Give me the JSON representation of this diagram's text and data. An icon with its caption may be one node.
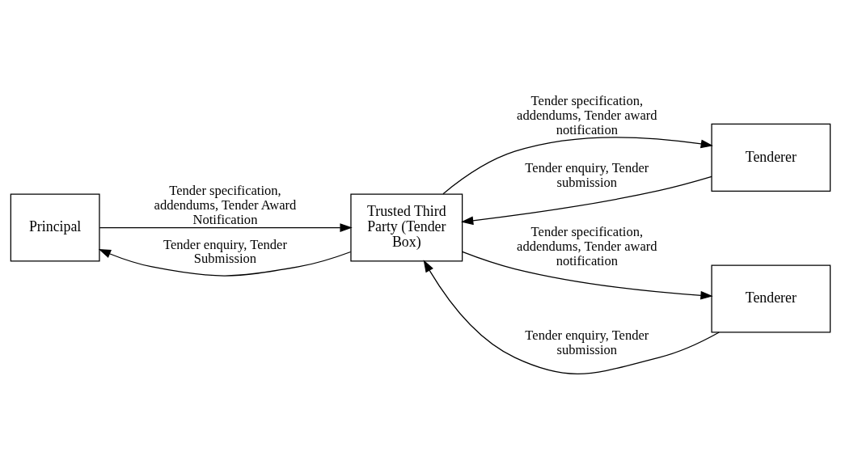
{
  "diagram": {
    "nodes": [
      {
        "text": [
          "Principal"
        ]
      },
      {
        "text": [
          "Trusted Third Party (Tender Box)"
        ]
      },
      {
        "text": [
          "Tenderer"
        ]
      },
      {
        "text": [
          "Tenderer"
        ]
      }
    ],
    "edges": [
      {
        "from": 0,
        "to": 1,
        "arrow": "to",
        "label": "Tender specification, addendums, Tender Award Notification"
      },
      {
        "from": 1,
        "to": 0,
        "arrow": "to",
        "label": "Tender enquiry, Tender Submission"
      },
      {
        "from": 1,
        "to": 2,
        "arrow": "to",
        "label": "Tender specification, addendums, Tender award notification"
      },
      {
        "from": 2,
        "to": 1,
        "arrow": "to",
        "label": "Tender enquiry, Tender submission"
      },
      {
        "from": 3,
        "to": 1,
        "arrow": "to",
        "label": "Tender enquiry, Tender submission"
      },
      {
        "from": 1,
        "to": 3,
        "arrow": "to",
        "label": "Tender specification, addendums, Tender award notification"
      }
    ]
  }
}
